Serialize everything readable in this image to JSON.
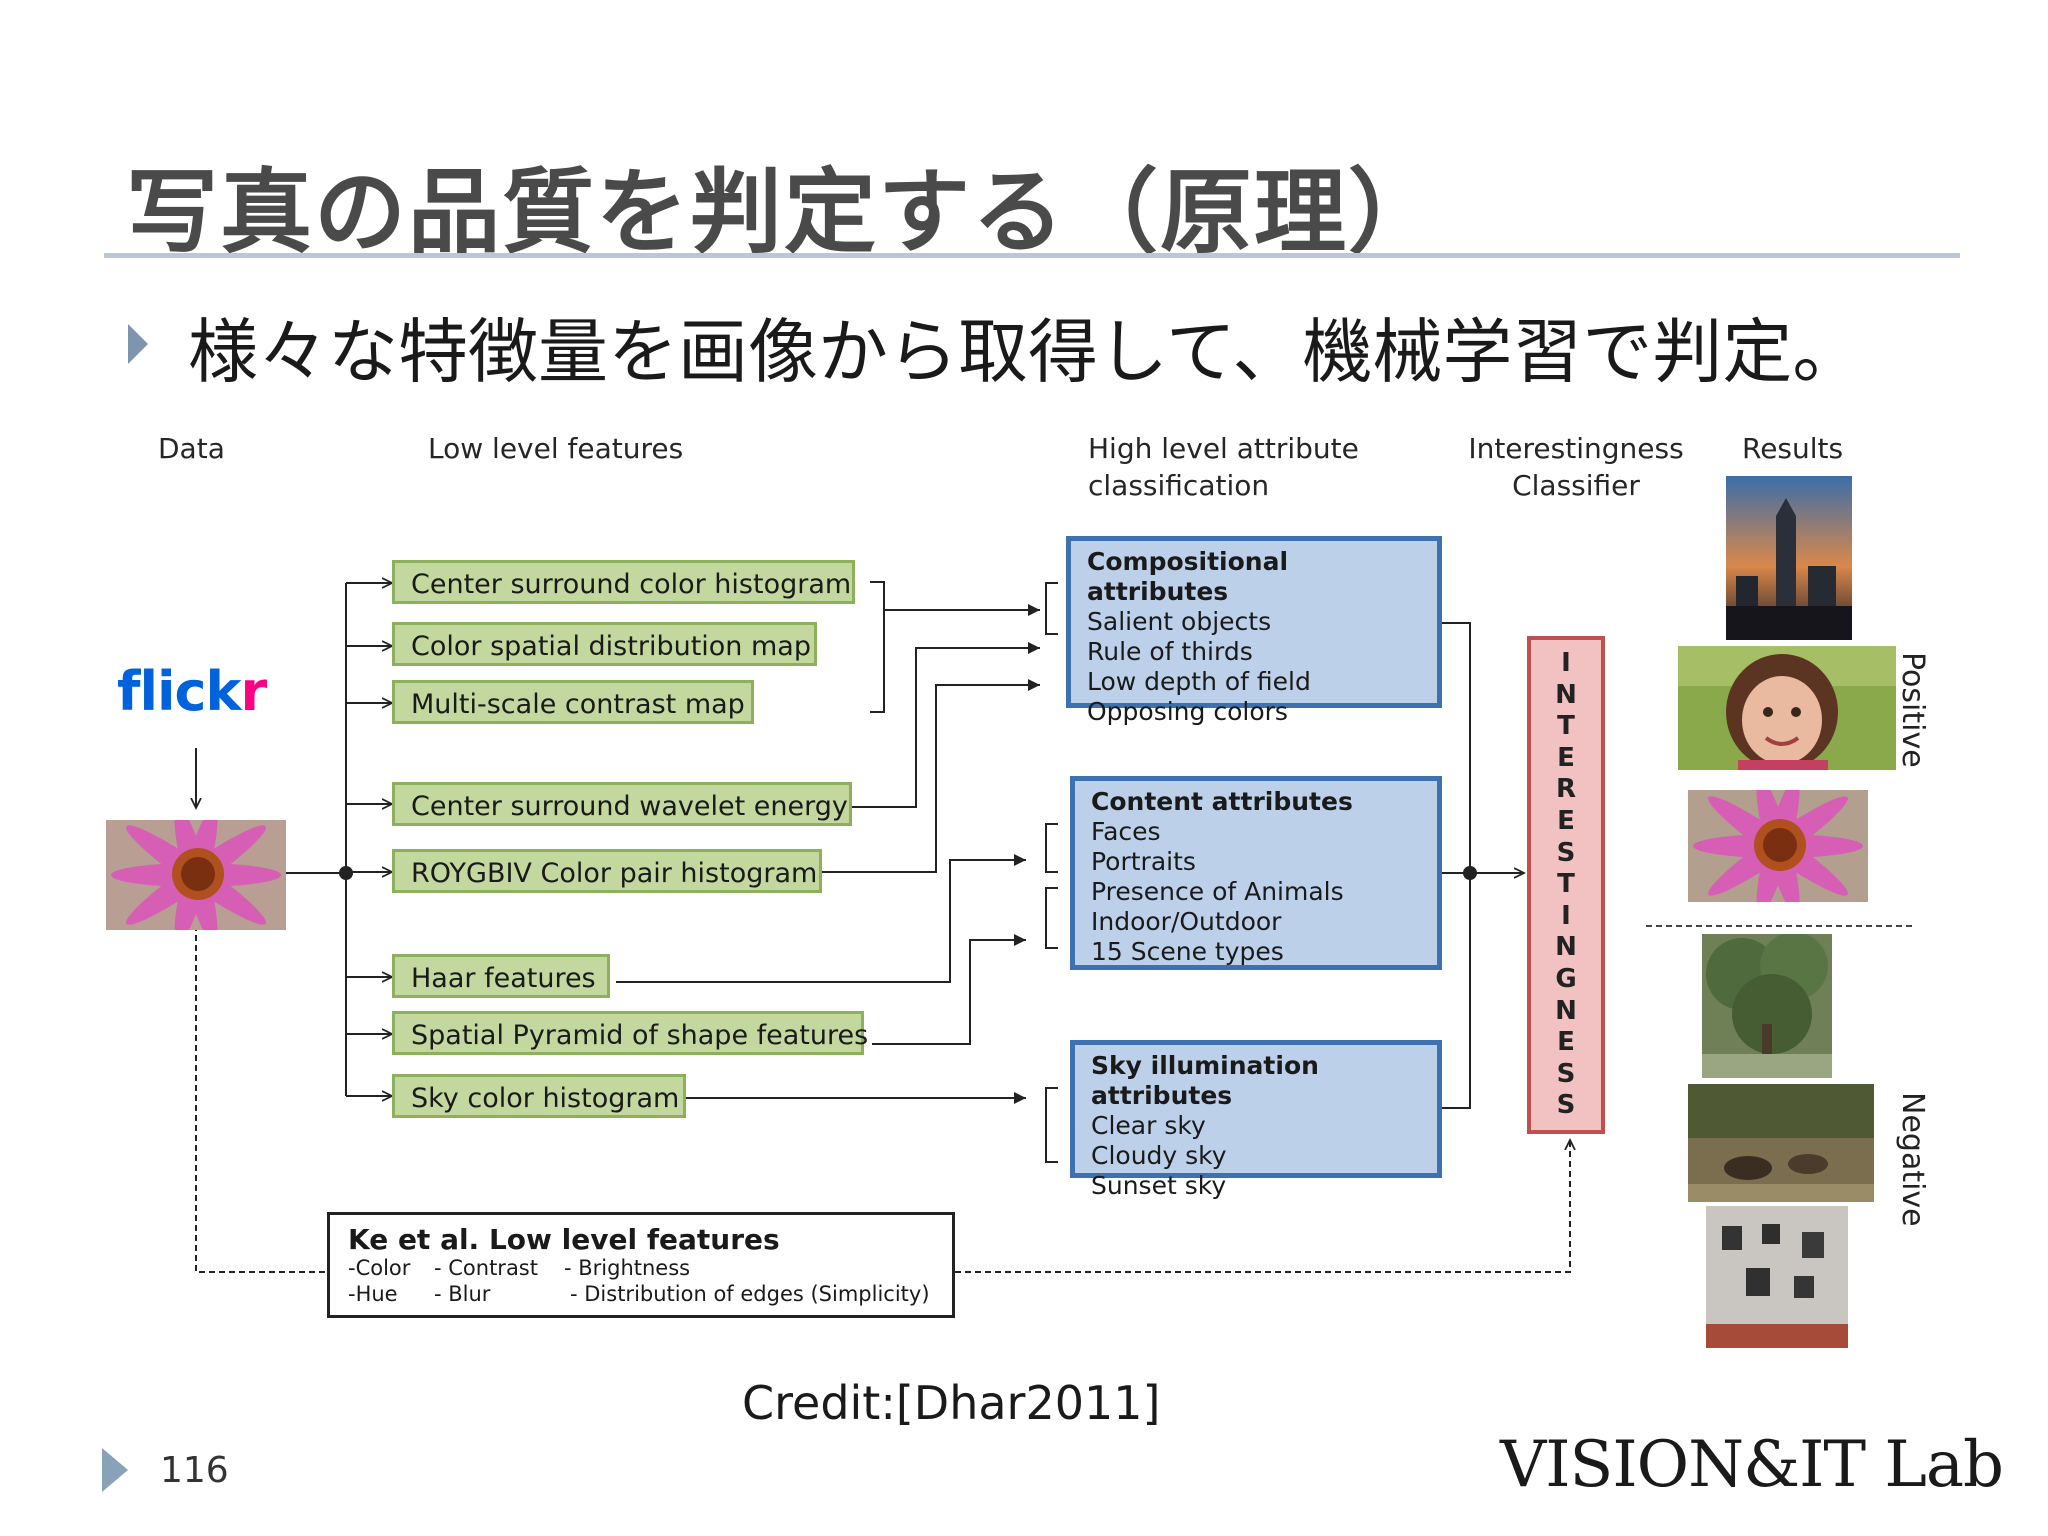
{
  "slide": {
    "title": "写真の品質を判定する（原理）",
    "bullet": "様々な特徴量を画像から取得して、機械学習で判定。",
    "credit": "Credit:[Dhar2011]",
    "page_number": "116",
    "lab_logo": "VISION&IT Lab"
  },
  "diagram": {
    "column_headers": {
      "data": "Data",
      "low_level": "Low level features",
      "high_level_line1": "High level attribute",
      "high_level_line2": "classification",
      "classifier_line1": "Interestingness",
      "classifier_line2": "Classifier",
      "results": "Results"
    },
    "source_logo": {
      "part1": "flick",
      "part2": "r"
    },
    "low_level_features": [
      "Center surround color histogram",
      "Color spatial distribution map",
      "Multi-scale contrast map",
      "Center surround wavelet energy",
      "ROYGBIV Color pair histogram",
      "Haar features",
      "Spatial Pyramid of shape features",
      "Sky color histogram"
    ],
    "attribute_groups": [
      {
        "heading": "Compositional attributes",
        "items": [
          "Salient objects",
          "Rule of thirds",
          "Low depth of field",
          "Opposing colors"
        ]
      },
      {
        "heading": "Content attributes",
        "items": [
          "Faces",
          "Portraits",
          "Presence of Animals",
          "Indoor/Outdoor",
          "15 Scene types"
        ]
      },
      {
        "heading": "Sky illumination attributes",
        "items": [
          "Clear sky",
          "Cloudy sky",
          "Sunset sky"
        ]
      }
    ],
    "classifier_letters": [
      "I",
      "N",
      "T",
      "E",
      "R",
      "E",
      "S",
      "T",
      "I",
      "N",
      "G",
      "N",
      "E",
      "S",
      "S"
    ],
    "ke_box": {
      "heading": "Ke et al. Low level features",
      "row1": [
        "-Color",
        "- Contrast",
        "- Brightness"
      ],
      "row2": [
        "-Hue",
        "- Blur",
        "- Distribution of edges (Simplicity)"
      ]
    },
    "result_labels": {
      "positive": "Positive",
      "negative": "Negative"
    },
    "colors": {
      "feature_fill": "#c3d89e",
      "feature_border": "#8cb05c",
      "attribute_fill": "#bcd0ea",
      "attribute_border": "#3d71b0",
      "classifier_fill": "#f2c2c2",
      "classifier_border": "#c24f4f",
      "flickr_blue": "#0063dc",
      "flickr_pink": "#ff0084"
    }
  }
}
